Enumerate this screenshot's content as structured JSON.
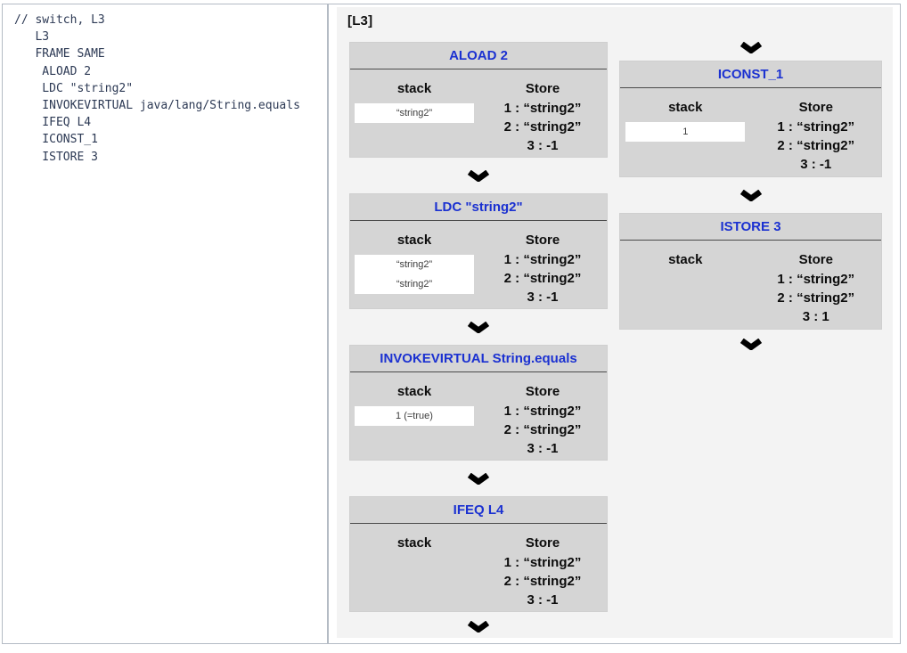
{
  "code": {
    "lines": [
      "// switch, L3",
      "   L3",
      "   FRAME SAME",
      "    ALOAD 2",
      "    LDC \"string2\"",
      "    INVOKEVIRTUAL java/lang/String.equals",
      "    IFEQ L4",
      "    ICONST_1",
      "    ISTORE 3"
    ]
  },
  "panel": {
    "label": "[L3]",
    "stack_header": "stack",
    "store_header": "Store",
    "colors": {
      "accent_blue": "#1b31d1",
      "box_bg": "#d5d5d5",
      "panel_bg": "#f3f3f3",
      "frame_border": "#b4bbc4"
    }
  },
  "icons": {
    "flow_arrow": "chevron-down"
  },
  "boxes": [
    {
      "title": "ALOAD 2",
      "stack": [
        "“string2”"
      ],
      "store": [
        "1 : “string2”",
        "2 : “string2”",
        "3 : -1"
      ]
    },
    {
      "title": "LDC \"string2\"",
      "stack": [
        "“string2”",
        "“string2”"
      ],
      "store": [
        "1 : “string2”",
        "2 : “string2”",
        "3 : -1"
      ]
    },
    {
      "title": "INVOKEVIRTUAL String.equals",
      "stack": [
        "1 (=true)"
      ],
      "store": [
        "1 : “string2”",
        "2 : “string2”",
        "3 : -1"
      ]
    },
    {
      "title": "IFEQ L4",
      "stack": [],
      "store": [
        "1 : “string2”",
        "2 : “string2”",
        "3 : -1"
      ]
    },
    {
      "title": "ICONST_1",
      "stack": [
        "1"
      ],
      "store": [
        "1 : “string2”",
        "2 : “string2”",
        "3 : -1"
      ]
    },
    {
      "title": "ISTORE 3",
      "stack": [],
      "store": [
        "1 : “string2”",
        "2 : “string2”",
        "3 : 1"
      ]
    }
  ]
}
